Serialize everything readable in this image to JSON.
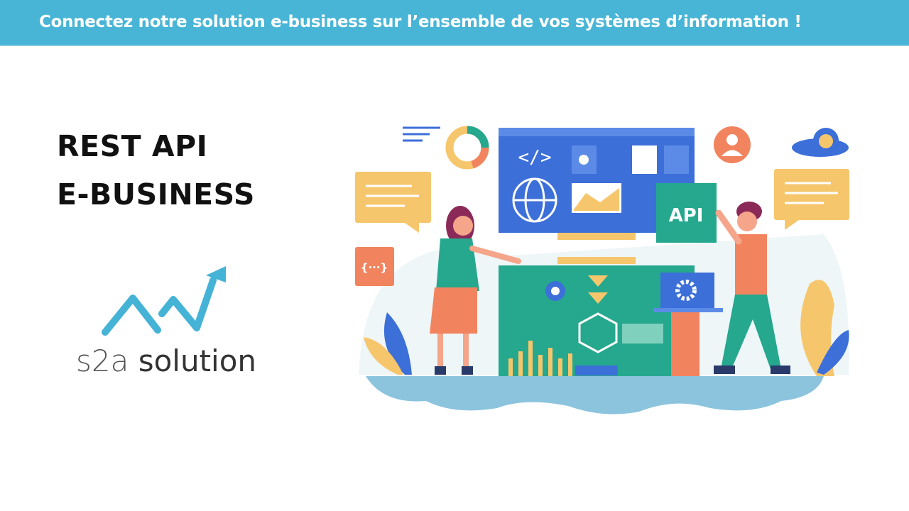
{
  "banner": {
    "text": "Connectez notre solution e-business sur l’ensemble de vos systèmes d’information !"
  },
  "headline": {
    "line1": "REST API",
    "line2": "E-BUSINESS"
  },
  "logo": {
    "part1": "s2a",
    "part2": "solution"
  },
  "illustration": {
    "api_label": "API",
    "json_label": "{···}",
    "code_label": "</>"
  },
  "colors": {
    "banner": "#48b5d6",
    "logo": "#45b3d6",
    "blue": "#3d6fd9",
    "teal": "#25a88e",
    "orange": "#f1845f",
    "yellow": "#f6c66d"
  }
}
